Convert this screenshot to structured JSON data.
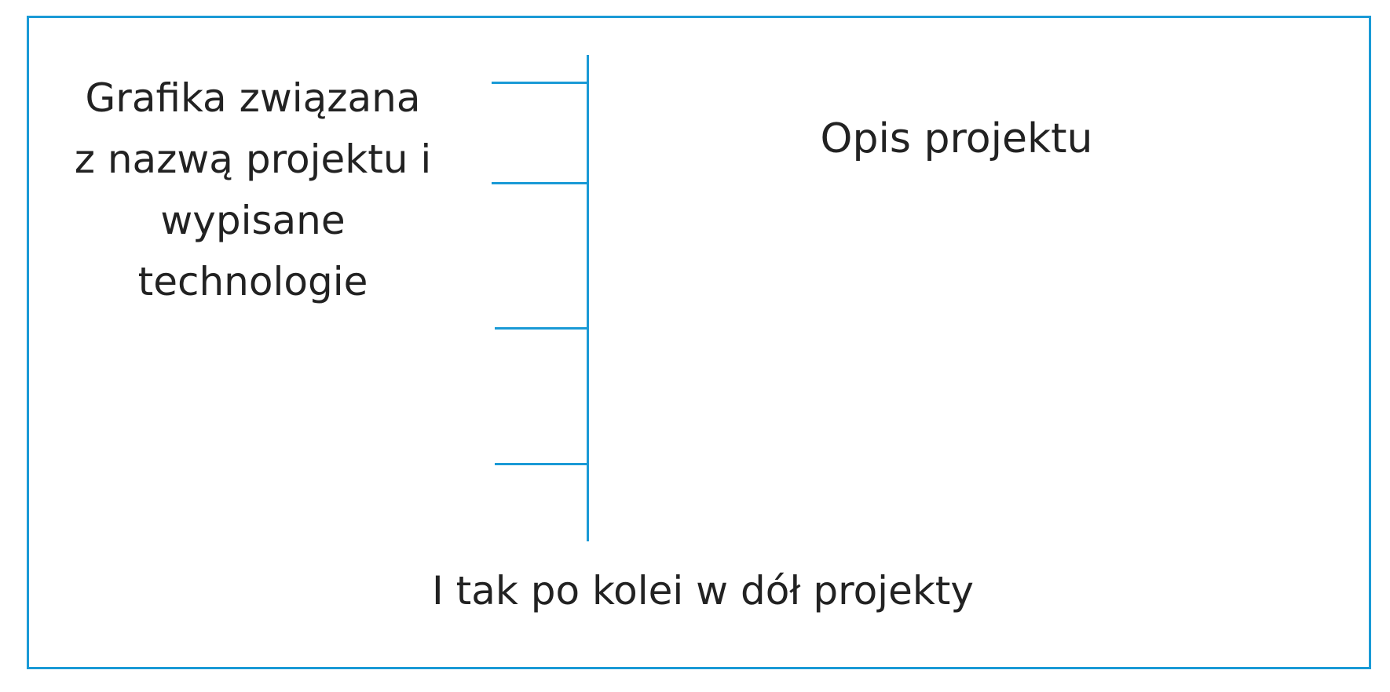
{
  "diagram": {
    "graphic_label": "Grafika związana\nz nazwą projektu i\nwypisane\ntechnologie",
    "description_label": "Opis projektu",
    "footer_label": "I tak po kolei w dół projekty",
    "accent_color": "#1a9ad6"
  }
}
